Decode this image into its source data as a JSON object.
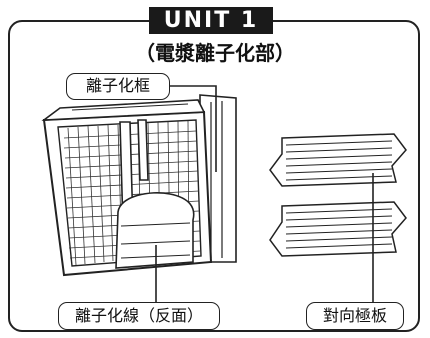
{
  "header": {
    "unit_label": "UNIT 1",
    "subtitle": "（電漿離子化部）"
  },
  "callouts": {
    "ionizer_frame": "離子化框",
    "ionizer_wire": "離子化線（反面）",
    "counter_plate": "對向極板"
  }
}
